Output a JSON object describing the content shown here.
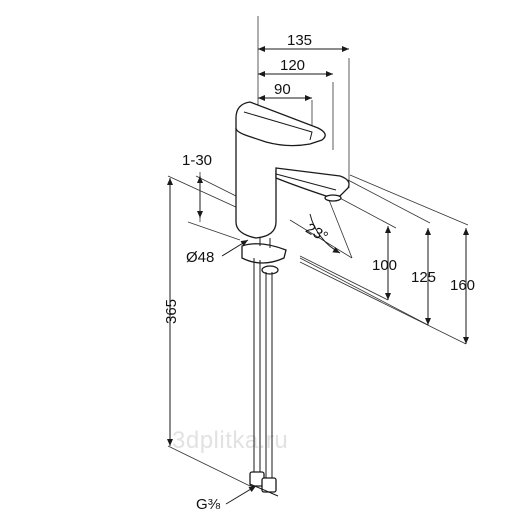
{
  "dimensions": {
    "width_135": "135",
    "width_120": "120",
    "width_90": "90",
    "lever_range": "1-30",
    "spout_angle": "23°",
    "diameter": "Ø48",
    "height_100": "100",
    "height_125": "125",
    "height_160": "160",
    "hose_length": "365",
    "thread": "G⅜"
  },
  "watermark": "3dplitka.ru"
}
